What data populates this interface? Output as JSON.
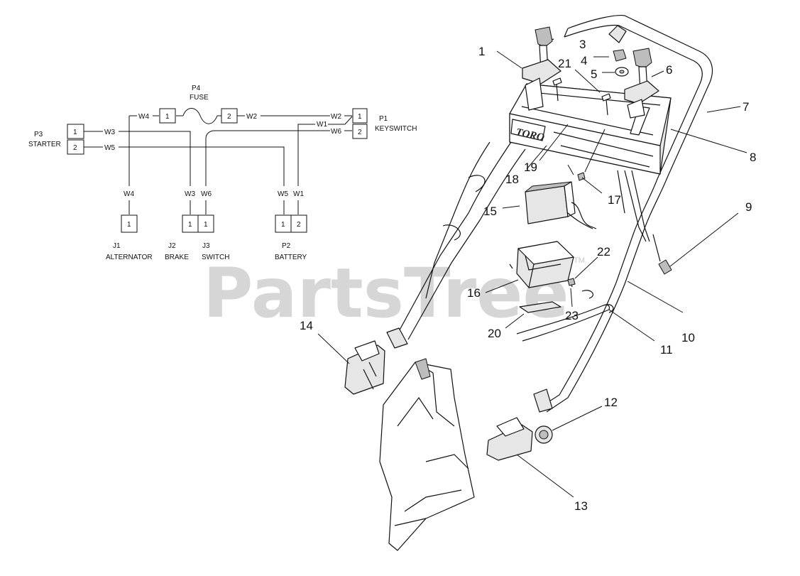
{
  "watermark": {
    "text": "PartsTree",
    "trademark": "TM"
  },
  "brand_label": "TORO",
  "schematic": {
    "fuse_ref": "P4",
    "fuse_name": "FUSE",
    "fuse_pin_a": "1",
    "fuse_pin_b": "2",
    "starter_ref": "P3",
    "starter_name": "STARTER",
    "starter_pin_1": "1",
    "starter_pin_2": "2",
    "keyswitch_ref": "P1",
    "keyswitch_name": "KEYSWITCH",
    "keyswitch_pin_1": "1",
    "keyswitch_pin_2": "2",
    "wires": {
      "w4_top": "W4",
      "w2_top": "W2",
      "w2_right": "W2",
      "w1_right": "W1",
      "w6_right": "W6",
      "w3_left": "W3",
      "w5_left": "W5",
      "w4_bottom": "W4",
      "w3_bottom": "W3",
      "w6_bottom": "W6",
      "w5_bottom": "W5",
      "w1_bottom": "W1"
    },
    "alternator_pin": "1",
    "brake_pin": "1",
    "switch_pin": "1",
    "battery_pin_1": "1",
    "battery_pin_2": "2",
    "alternator_ref": "J1",
    "alternator_name": "ALTERNATOR",
    "brake_ref": "J2",
    "brake_name": "BRAKE",
    "switch_ref": "J3",
    "switch_name": "SWITCH",
    "battery_ref": "P2",
    "battery_name": "BATTERY"
  },
  "callouts": {
    "c1": "1",
    "c2": "21",
    "c3": "3",
    "c4": "4",
    "c5": "5",
    "c6": "6",
    "c7": "7",
    "c8": "8",
    "c9": "9",
    "c10": "10",
    "c11": "11",
    "c12": "12",
    "c13": "13",
    "c14": "14",
    "c15": "15",
    "c16": "16",
    "c17": "17",
    "c18": "18",
    "c19": "19",
    "c20": "20",
    "c22": "22",
    "c23": "23"
  }
}
